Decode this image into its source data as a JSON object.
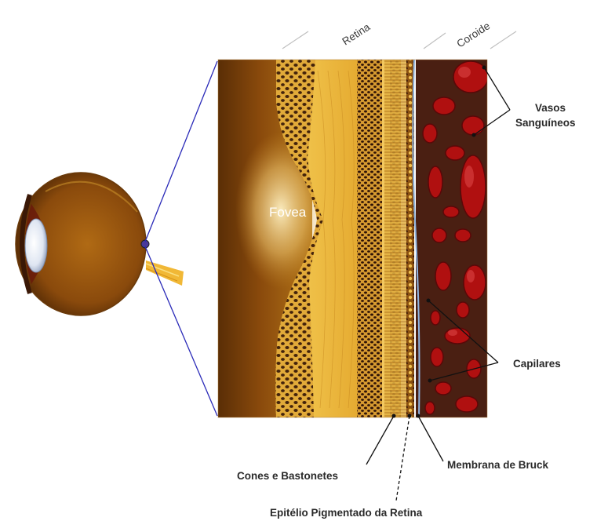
{
  "diagram": {
    "headers": {
      "retina": "Retina",
      "coroide": "Coroide"
    },
    "labels": {
      "fovea": "Fovea",
      "vasos_line1": "Vasos",
      "vasos_line2": "Sanguíneos",
      "capilares": "Capilares",
      "cones": "Cones e Bastonetes",
      "membrana": "Membrana de Bruck",
      "epitelio": "Epitélio Pigmentado da Retina"
    },
    "colors": {
      "vitreous": "#8a4a0c",
      "retina_yellow": "#e9b43a",
      "nuclear_dots": "#3a1a08",
      "choroid_bg": "#4a1f12",
      "blood_vessel": "#b01010",
      "membrane_line": "#8fb4e0",
      "zoom_lines": "#2a2ab8"
    }
  }
}
